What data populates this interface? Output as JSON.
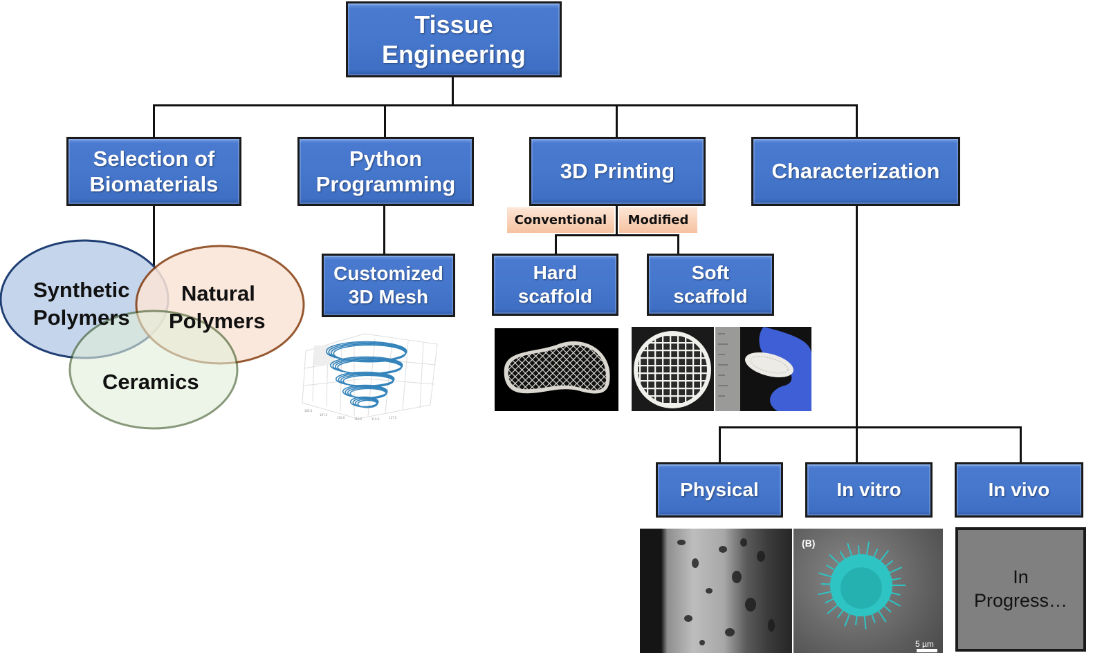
{
  "root": {
    "line1": "Tissue",
    "line2": "Engineering"
  },
  "level1": [
    {
      "id": "biomaterials",
      "line1": "Selection of",
      "line2": "Biomaterials"
    },
    {
      "id": "python",
      "line1": "Python",
      "line2": "Programming"
    },
    {
      "id": "printing",
      "line1": "3D Printing"
    },
    {
      "id": "characterization",
      "line1": "Characterization"
    }
  ],
  "venn": {
    "synthetic": {
      "line1": "Synthetic",
      "line2": "Polymers",
      "fill": "#c5d5ec",
      "stroke": "#1f3e73"
    },
    "natural": {
      "line1": "Natural",
      "line2": "Polymers",
      "fill": "#fbe5d7",
      "stroke": "#843c0c"
    },
    "ceramics": {
      "line1": "Ceramics",
      "fill": "#e2efd9",
      "stroke": "#385723"
    }
  },
  "python_child": {
    "line1": "Customized",
    "line2": "3D Mesh"
  },
  "printing_tags": {
    "conventional": "Conventional",
    "modified": "Modified"
  },
  "printing_children": [
    {
      "line1": "Hard",
      "line2": "scaffold"
    },
    {
      "line1": "Soft",
      "line2": "scaffold"
    }
  ],
  "characterization_children": [
    {
      "line1": "Physical"
    },
    {
      "line1": "In vitro"
    },
    {
      "line1": "In vivo"
    }
  ],
  "invitro_image": {
    "panel_label": "(B)",
    "scale_bar": "5 µm"
  },
  "invivo_placeholder": {
    "line1": "In",
    "line2": "Progress…"
  },
  "colors": {
    "box_blue": "#4577cc",
    "tag_peach": "#f8cbad",
    "placeholder_gray": "#808080",
    "mesh_blue": "#1f77b4",
    "cell_cyan": "#2ec4c4"
  }
}
